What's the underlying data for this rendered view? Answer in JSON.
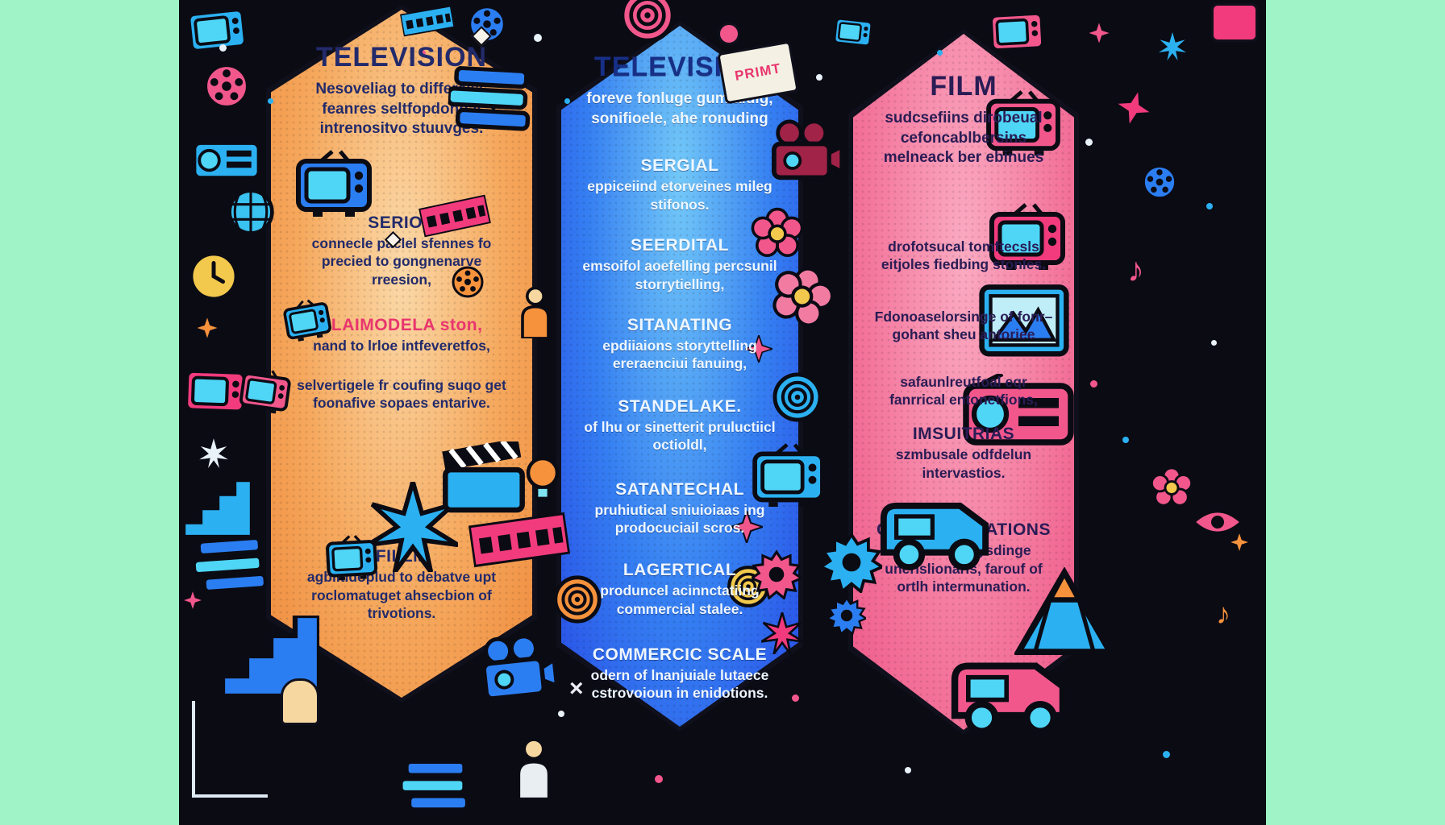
{
  "palette": {
    "mint": "#9ff3c7",
    "ink": "#0b0b14",
    "orange_panel": "#f6a95e",
    "blue_panel": "#357ff2",
    "pink_panel": "#f4779d",
    "pink_accent": "#f23b7c",
    "blue_accent": "#2bb1f2",
    "orange_accent": "#f6923c"
  },
  "decorations": {
    "sign_label": "PRIMT",
    "x_mark": "×",
    "music_note": "♪"
  },
  "columns": [
    {
      "id": "television-orange",
      "title": "TELEVISION",
      "intro": "Nesoveliag to differeiss feanres seltfopdohoal intrenositvo stuuvges.",
      "sections": [
        {
          "heading": "SERION",
          "body": "connecle paclel sfennes fo precied to gongnenarve rreesion,"
        },
        {
          "heading": "FLAIMODELA ston,",
          "body": "nand to lrloe intfeveretfos,"
        },
        {
          "heading": "",
          "body": "selvertigele fr coufing suqo get foonafive sopaes entarive."
        },
        {
          "heading": "FILLM",
          "body": "agblitidoplud to debatve upt roclomatuget ahsecbion of trivotions."
        }
      ]
    },
    {
      "id": "television-blue",
      "title": "TELEVISION",
      "intro": "foreve fonluge gumialdig, sonifioele, ahe ronuding",
      "sections": [
        {
          "heading": "SERGIAL",
          "body": "eppiceiind etorveines mileg stifonos."
        },
        {
          "heading": "SEERDITAL",
          "body": "emsoifol aoefelling percsunil storrytielling,"
        },
        {
          "heading": "SITANATING",
          "body": "epdiiaions storyttelling ereraenciui fanuing,"
        },
        {
          "heading": "STANDELAKE.",
          "body": "of lhu or sinetterit pruluctiicl octioldl,"
        },
        {
          "heading": "SATANTECHAL",
          "body": "pruhiutical sniuioiaas ing prodocuciail scros."
        },
        {
          "heading": "LAGERTICAL",
          "body": "produncel acinnctatiing commercial stalee."
        },
        {
          "heading": "COMMERCIC SCALE",
          "body": "odern of lnanjuiale lutaece cstrovoioun in enidotions."
        }
      ]
    },
    {
      "id": "film-pink",
      "title": "FILM",
      "intro": "sudcsefiins dirobeual cefoncablbersins melneack ber ebinues",
      "sections": [
        {
          "heading": "",
          "body": "drofotsucal tomftecsls eitjoles fiedbing stonles."
        },
        {
          "heading": "",
          "body": "Fdonoaselorsinge of fonr–gohant sheu antoriee"
        },
        {
          "heading": "",
          "body": "safaunlreutfoal eqr fanrrical entonetfions,"
        },
        {
          "heading": "IMSUITRIAS",
          "body": "szmbusale odfdelun intervastios."
        },
        {
          "heading": "COMMERSINATIONS",
          "body": "aesrelcal poysdinge unerislionarls, farouf of ortlh intermunation."
        }
      ]
    }
  ]
}
